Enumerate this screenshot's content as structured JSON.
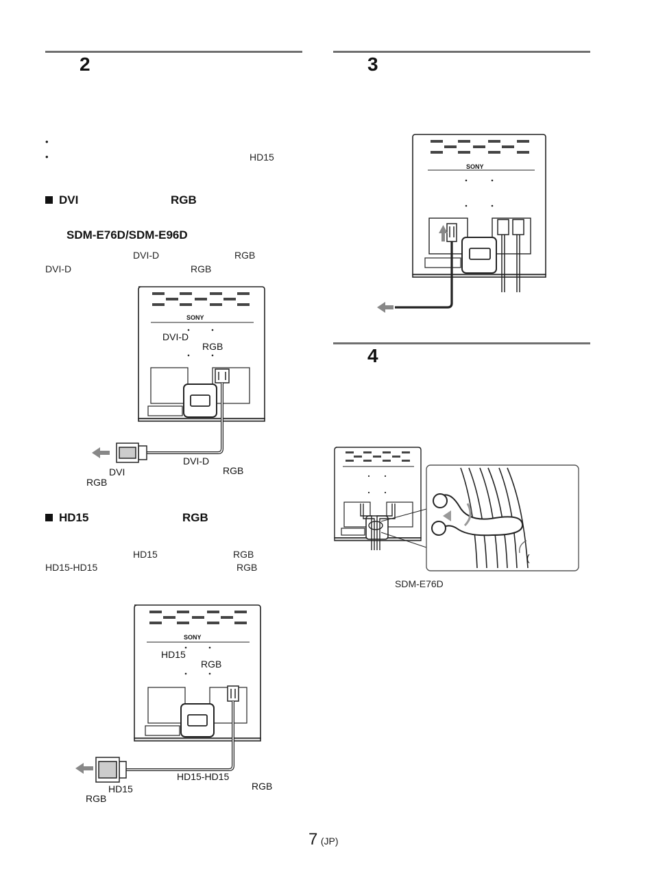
{
  "section2": {
    "step_number": "2",
    "bullet1": "•",
    "bullet2": "•",
    "bullet2_tail": "HD15",
    "dvi": {
      "heading_a": "DVI",
      "heading_b": "RGB",
      "model": "SDM-E76D/SDM-E96D",
      "line1_a": "DVI-D",
      "line1_b": "RGB",
      "line2_a": "DVI-D",
      "line2_b": "RGB",
      "fig_label_connector": "DVI-D",
      "fig_label_input": "RGB",
      "fig_label_cable": "DVI-D",
      "fig_label_cable2": "RGB",
      "fig_label_dvi": "DVI",
      "fig_label_rgb": "RGB"
    },
    "hd15": {
      "heading_a": "HD15",
      "heading_b": "RGB",
      "line1_a": "HD15",
      "line1_b": "RGB",
      "line2_a": "HD15-HD15",
      "line2_b": "RGB",
      "fig_label_connector": "HD15",
      "fig_label_input": "RGB",
      "fig_label_cable": "HD15-HD15",
      "fig_label_cable2": "RGB",
      "fig_label_hd15": "HD15",
      "fig_label_rgb": "RGB"
    }
  },
  "section3": {
    "step_number": "3"
  },
  "section4": {
    "step_number": "4",
    "model_caption": "SDM-E76D",
    "paren": "("
  },
  "monitor": {
    "brand": "SONY"
  },
  "footer": {
    "page_number": "7",
    "page_suffix": "(JP)"
  }
}
